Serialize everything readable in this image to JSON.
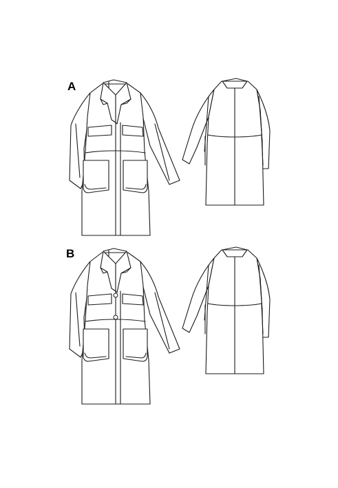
{
  "views": [
    {
      "id": "A",
      "label": "A"
    },
    {
      "id": "B",
      "label": "B"
    }
  ],
  "colors": {
    "line": "#1a1a1a",
    "background": "#ffffff"
  }
}
